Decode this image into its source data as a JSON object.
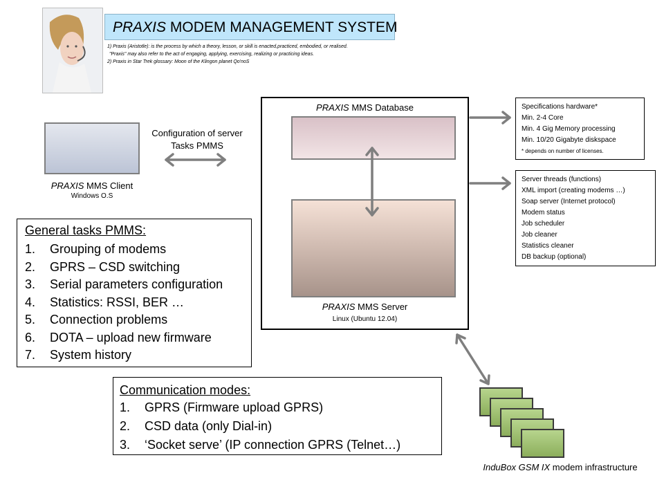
{
  "header": {
    "title_italic": "PRAXIS",
    "title_rest": " MODEM MANAGEMENT SYSTEM",
    "notes": [
      "1) Praxis (Aristotle): is the process by which a theory, lesson, or skill is enacted,practiced, embodied, or realised.",
      "\"Praxis\" may also refer to the act of engaging, applying, exercising, realizing or practicing ideas.",
      "2) Praxis in Star Trek glossary: Moon of the Klingon planet Qo'noS"
    ]
  },
  "client": {
    "name_italic": "PRAXIS",
    "name_rest": " MMS  Client",
    "os": "Windows O.S"
  },
  "config_label": {
    "line1": "Configuration of server",
    "line2": "Tasks PMMS"
  },
  "general_tasks": {
    "title": "General tasks PMMS:",
    "items": [
      {
        "num": "1.",
        "text": "Grouping of modems"
      },
      {
        "num": "2.",
        "text": "GPRS – CSD switching"
      },
      {
        "num": "3.",
        "text": "Serial parameters  configuration"
      },
      {
        "num": "4.",
        "text": "Statistics: RSSI, BER …"
      },
      {
        "num": "5.",
        "text": "Connection problems"
      },
      {
        "num": "6.",
        "text": "DOTA – upload new firmware"
      },
      {
        "num": "7.",
        "text": "System history"
      }
    ]
  },
  "communication_modes": {
    "title": "Communication modes:",
    "items": [
      {
        "num": "1.",
        "text": "GPRS (Firmware upload GPRS)"
      },
      {
        "num": "2.",
        "text": "CSD data (only Dial-in)"
      },
      {
        "num": "3.",
        "text": "‘Socket serve’ (IP connection GPRS (Telnet…)"
      }
    ]
  },
  "database": {
    "label_italic": "PRAXIS",
    "label_rest": " MMS  Database"
  },
  "server": {
    "name_italic": "PRAXIS",
    "name_rest": " MMS  Server",
    "os": "Linux (Ubuntu 12.04)"
  },
  "spec_hardware": {
    "lines": [
      "Specifications hardware*",
      "Min. 2-4 Core",
      "Min. 4 Gig Memory processing",
      "Min. 10/20 Gigabyte diskspace"
    ],
    "footnote": "* depends on number of licenses."
  },
  "server_threads": {
    "lines": [
      "Server threads (functions)",
      "XML import (creating modems …)",
      "Soap server (Internet protocol)",
      "Modem status",
      "Job scheduler",
      "Job cleaner",
      "Statistics cleaner",
      "DB backup (optional)"
    ]
  },
  "modem_infra": {
    "caption_italic": "InduBox GSM IX",
    "caption_rest": " modem  infrastructure"
  },
  "colors": {
    "title_bg": "#bfe6fb",
    "arrow": "#7f7f7f",
    "modem_green": "#9fc26f",
    "server_frame": "#000000"
  }
}
